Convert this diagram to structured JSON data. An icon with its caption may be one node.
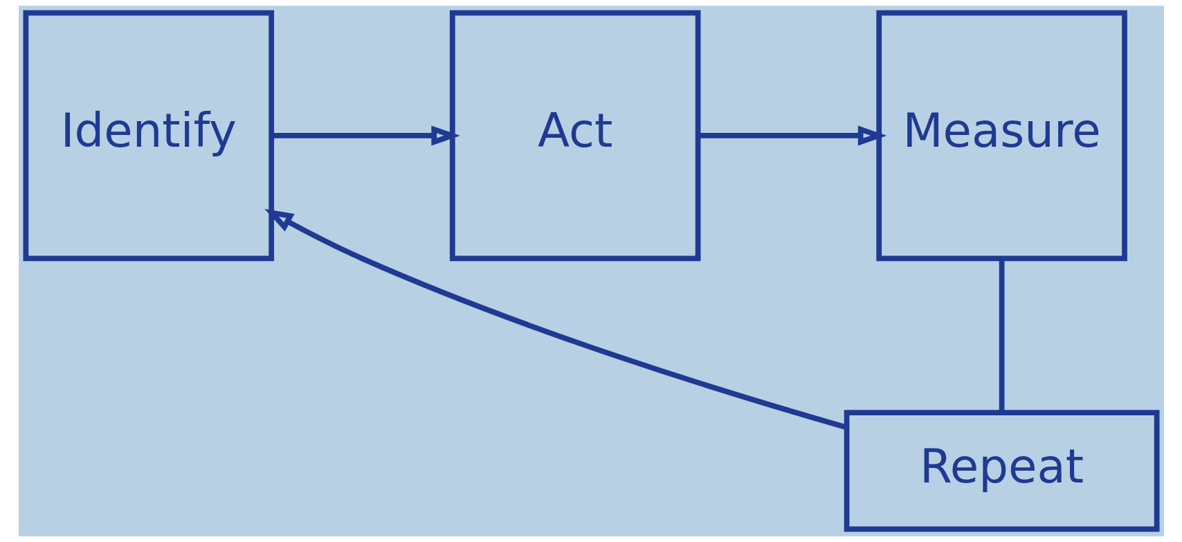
{
  "diagram": {
    "nodes": [
      {
        "text": [
          "Identify"
        ]
      },
      {
        "text": [
          "Act"
        ]
      },
      {
        "text": [
          "Measure"
        ]
      },
      {
        "text": [
          "Repeat"
        ]
      }
    ],
    "edges": [
      {
        "from": 0,
        "to": 1,
        "arrow": "to"
      },
      {
        "from": 1,
        "to": 2,
        "arrow": "to"
      },
      {
        "from": 2,
        "to": 3,
        "arrow": "none"
      },
      {
        "from": 3,
        "to": 0,
        "arrow": "to"
      }
    ]
  }
}
